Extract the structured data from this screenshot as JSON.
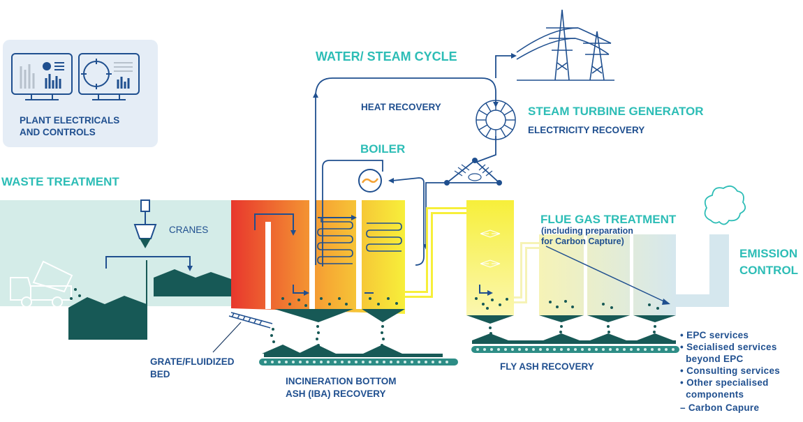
{
  "panel": {
    "title_line1": "PLANT ELECTRICALS",
    "title_line2": "AND CONTROLS"
  },
  "labels": {
    "water_steam_cycle": "WATER/ STEAM CYCLE",
    "heat_recovery": "HEAT RECOVERY",
    "steam_turbine_generator": "STEAM TURBINE GENERATOR",
    "electricity_recovery": "ELECTRICITY RECOVERY",
    "boiler": "BOILER",
    "waste_treatment": "WASTE TREATMENT",
    "cranes": "CRANES",
    "flue_gas_treatment": "FLUE GAS TREATMENT",
    "flue_gas_note_line1": "(including preparation",
    "flue_gas_note_line2": "for Carbon Capture)",
    "emission_line1": "EMISSION",
    "emission_line2": "CONTROL",
    "grate_line1": "GRATE/FLUIDIZED",
    "grate_line2": "BED",
    "iba_line1": "INCINERATION BOTTOM",
    "iba_line2": "ASH (IBA) RECOVERY",
    "fly_ash_recovery": "FLY ASH RECOVERY"
  },
  "services": [
    "• EPC services",
    "• Secialised services",
    "  beyond EPC",
    "• Consulting services",
    "• Other specialised",
    "  components",
    "– Carbon Capure"
  ],
  "colors": {
    "teal": "#2dbdb6",
    "navy": "#1f4f8f",
    "dark_green": "#175956",
    "fire_red": "#e8372d",
    "fire_yellow": "#f7ef3a",
    "pale_green": "#d4ece8"
  },
  "icons": [
    "monitor-chart-icon",
    "monitor-gauge-icon",
    "pylon-icon",
    "turbine-icon",
    "boiler-icon",
    "smoke-icon",
    "truck-icon",
    "crane-grab-icon"
  ]
}
